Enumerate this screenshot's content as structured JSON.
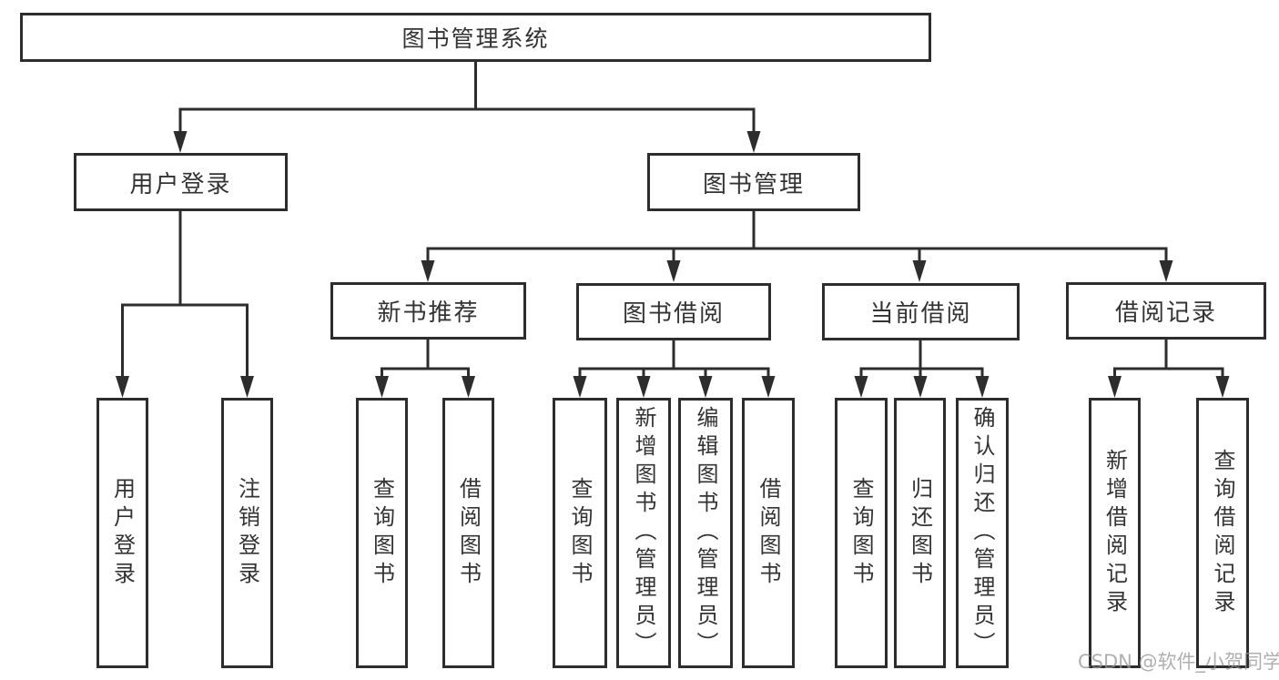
{
  "diagram": {
    "title": "图书管理系统",
    "type": "function-structure-tree",
    "colors": {
      "line": "#2d2d2d",
      "text": "#333333",
      "box_bg": "#ffffff",
      "watermark": "#949494"
    }
  },
  "nodes": {
    "root": {
      "label": "图书管理系统"
    },
    "user_login": {
      "label": "用户登录"
    },
    "book_mgmt": {
      "label": "图书管理"
    },
    "new_book_rec": {
      "label": "新书推荐"
    },
    "book_borrow": {
      "label": "图书借阅"
    },
    "current_borrow": {
      "label": "当前借阅"
    },
    "borrow_records": {
      "label": "借阅记录"
    },
    "leaf_user_login": {
      "label": "用户登录"
    },
    "leaf_logout": {
      "label": "注销登录"
    },
    "leaf_rec_query": {
      "label": "查询图书"
    },
    "leaf_rec_borrow": {
      "label": "借阅图书"
    },
    "leaf_bb_query": {
      "label": "查询图书"
    },
    "leaf_bb_add": {
      "label": "新增图书（管理员）"
    },
    "leaf_bb_edit": {
      "label": "编辑图书（管理员）"
    },
    "leaf_bb_borrow": {
      "label": "借阅图书"
    },
    "leaf_cb_query": {
      "label": "查询图书"
    },
    "leaf_cb_return": {
      "label": "归还图书"
    },
    "leaf_cb_confirm": {
      "label": "确认归还（管理员）"
    },
    "leaf_br_add": {
      "label": "新增借阅记录"
    },
    "leaf_br_query": {
      "label": "查询借阅记录"
    }
  },
  "hierarchy": {
    "图书管理系统": {
      "用户登录": [
        "用户登录",
        "注销登录"
      ],
      "图书管理": {
        "新书推荐": [
          "查询图书",
          "借阅图书"
        ],
        "图书借阅": [
          "查询图书",
          "新增图书（管理员）",
          "编辑图书（管理员）",
          "借阅图书"
        ],
        "当前借阅": [
          "查询图书",
          "归还图书",
          "确认归还（管理员）"
        ],
        "借阅记录": [
          "新增借阅记录",
          "查询借阅记录"
        ]
      }
    }
  },
  "watermark": {
    "text": "CSDN @软件_小贺同学"
  }
}
